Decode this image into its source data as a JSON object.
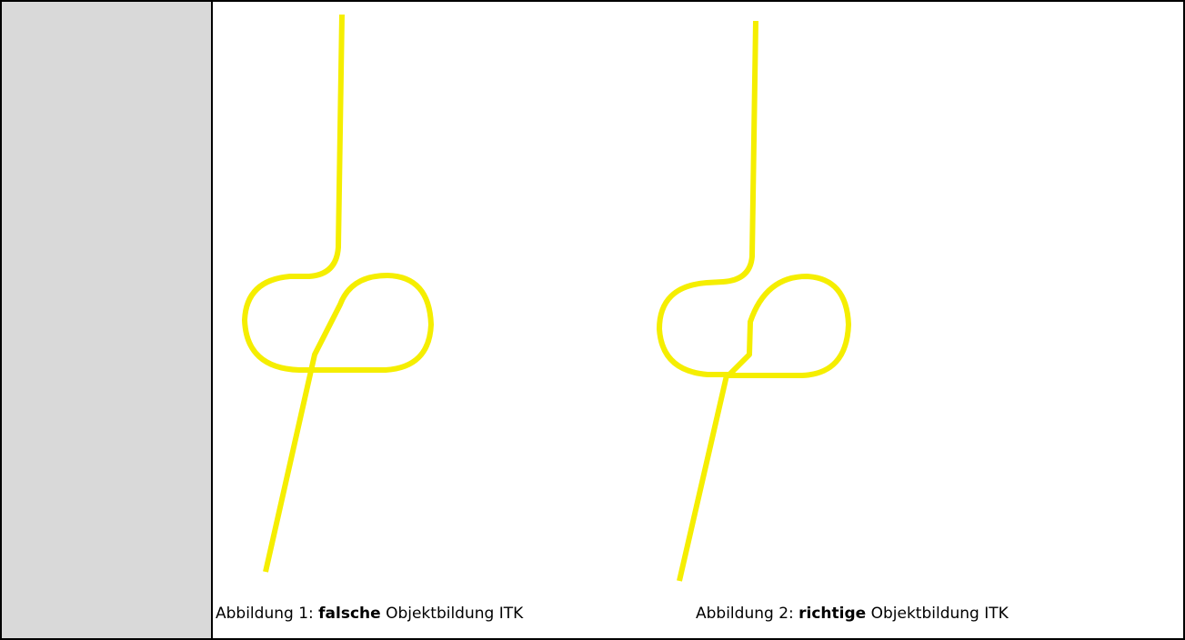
{
  "line_color": "#f5ee00",
  "figures": [
    {
      "caption_prefix": "Abbildung 1: ",
      "caption_emphasis": "falsche",
      "caption_suffix": " Objektbildung ITK"
    },
    {
      "caption_prefix": "Abbildung 2: ",
      "caption_emphasis": "richtige",
      "caption_suffix": " Objektbildung ITK"
    }
  ]
}
